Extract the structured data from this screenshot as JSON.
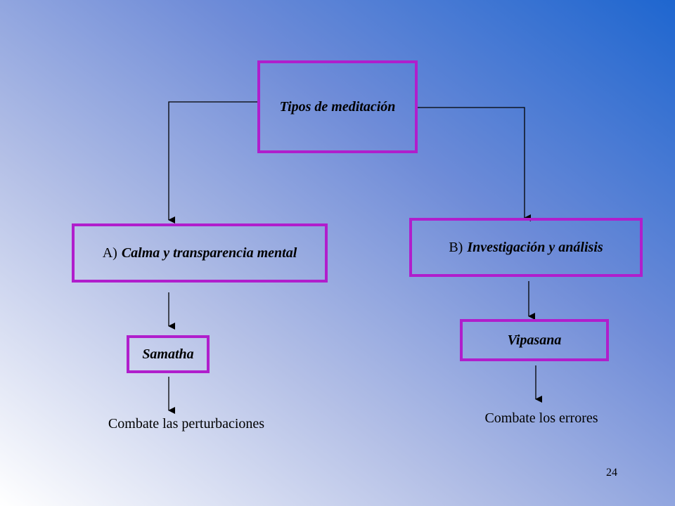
{
  "diagram": {
    "root": {
      "label": "Tipos de meditación"
    },
    "branch_a": {
      "prefix": "A)",
      "label": "Calma y transparencia mental",
      "child": "Samatha",
      "effect": "Combate las perturbaciones"
    },
    "branch_b": {
      "prefix": "B)",
      "label": "Investigación y análisis",
      "child": "Vipasana",
      "effect": "Combate los errores"
    }
  },
  "page_number": "24",
  "colors": {
    "box_border": "#b01ecc",
    "gradient_corner": "#1e66cf",
    "line": "#000000"
  }
}
